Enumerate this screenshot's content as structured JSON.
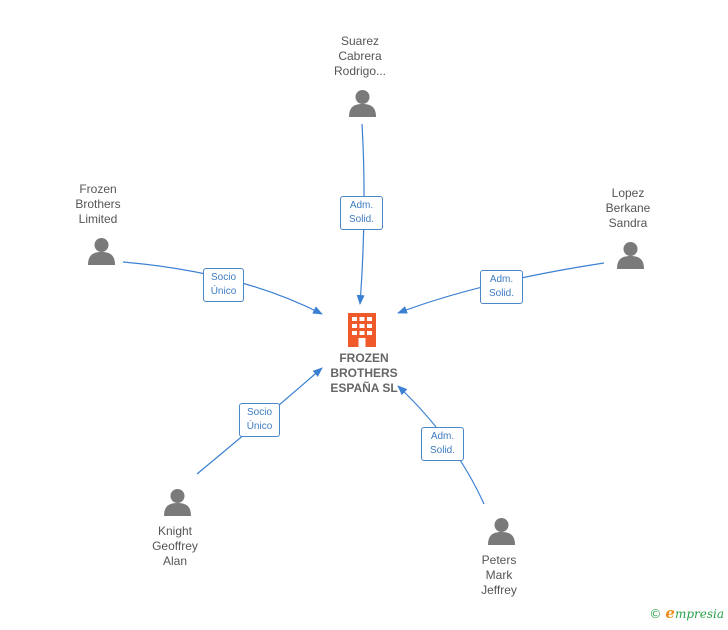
{
  "colors": {
    "edge": "#3b80d2",
    "person": "#7a7a7a",
    "company": "#f05a2b",
    "badge_border": "#4a86c8"
  },
  "company": {
    "line1": "FROZEN",
    "line2": "BROTHERS",
    "line3": "ESPAÑA  SL",
    "icon": "building-icon"
  },
  "persons": {
    "suarez": {
      "line1": "Suarez",
      "line2": "Cabrera",
      "line3": "Rodrigo...",
      "icon": "person-icon"
    },
    "frozen": {
      "line1": "Frozen",
      "line2": "Brothers",
      "line3": "Limited",
      "icon": "person-icon"
    },
    "lopez": {
      "line1": "Lopez",
      "line2": "Berkane",
      "line3": "Sandra",
      "icon": "person-icon"
    },
    "knight": {
      "line1": "Knight",
      "line2": "Geoffrey",
      "line3": "Alan",
      "icon": "person-icon"
    },
    "peters": {
      "line1": "Peters",
      "line2": "Mark",
      "line3": "Jeffrey",
      "icon": "person-icon"
    }
  },
  "relations": {
    "suarez": {
      "line1": "Adm.",
      "line2": "Solid."
    },
    "frozen": {
      "line1": "Socio",
      "line2": "Único"
    },
    "lopez": {
      "line1": "Adm.",
      "line2": "Solid."
    },
    "knight": {
      "line1": "Socio",
      "line2": "Único"
    },
    "peters": {
      "line1": "Adm.",
      "line2": "Solid."
    }
  },
  "footer": {
    "copyright": "©",
    "brand_initial": "e",
    "brand_rest": "mpresia"
  }
}
